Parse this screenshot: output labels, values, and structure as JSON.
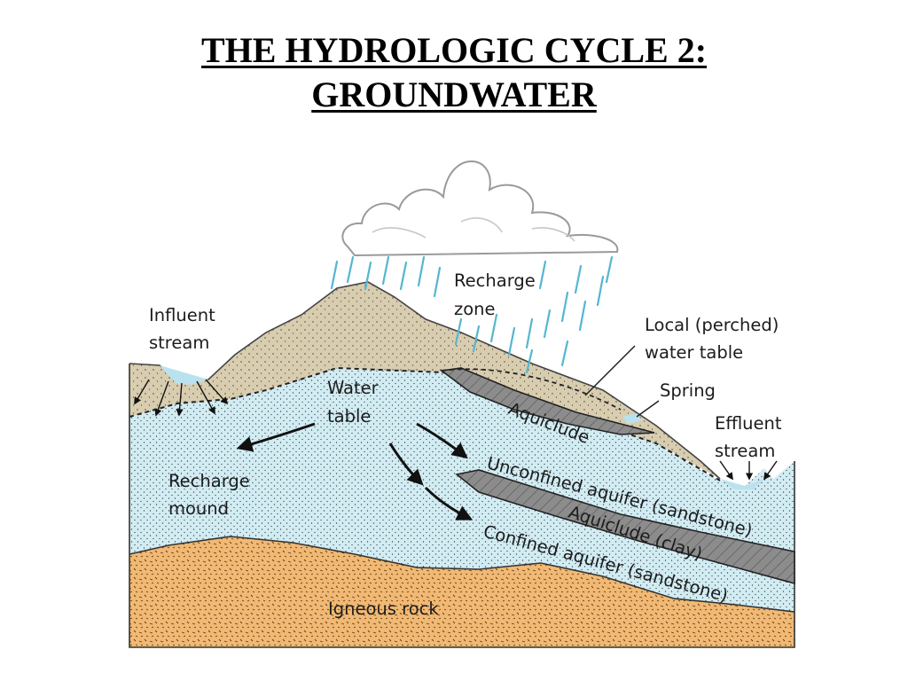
{
  "title": {
    "line1": "THE HYDROLOGIC CYCLE 2:",
    "line2": "GROUNDWATER"
  },
  "labels": {
    "recharge_zone_1": "Recharge",
    "recharge_zone_2": "zone",
    "influent_stream_1": "Influent",
    "influent_stream_2": "stream",
    "perched_table_1": "Local (perched)",
    "perched_table_2": "water table",
    "spring": "Spring",
    "effluent_stream_1": "Effluent",
    "effluent_stream_2": "stream",
    "water_table_1": "Water",
    "water_table_2": "table",
    "aquiclude_upper": "Aquiclude",
    "recharge_mound_1": "Recharge",
    "recharge_mound_2": "mound",
    "unconfined_aquifer": "Unconfined aquifer (sandstone)",
    "aquiclude_clay": "Aquiclude (clay)",
    "confined_aquifer": "Confined aquifer (sandstone)",
    "igneous_rock": "Igneous rock"
  },
  "colors": {
    "sky_cloud": "#ffffff",
    "rain": "#55b7d0",
    "soil_unsaturated": "#d9cdb0",
    "aquifer_saturated": "#d2ecf3",
    "igneous_rock": "#f1b974",
    "aquiclude": "#8c8c8c",
    "water_surface": "#b9e2ee"
  }
}
